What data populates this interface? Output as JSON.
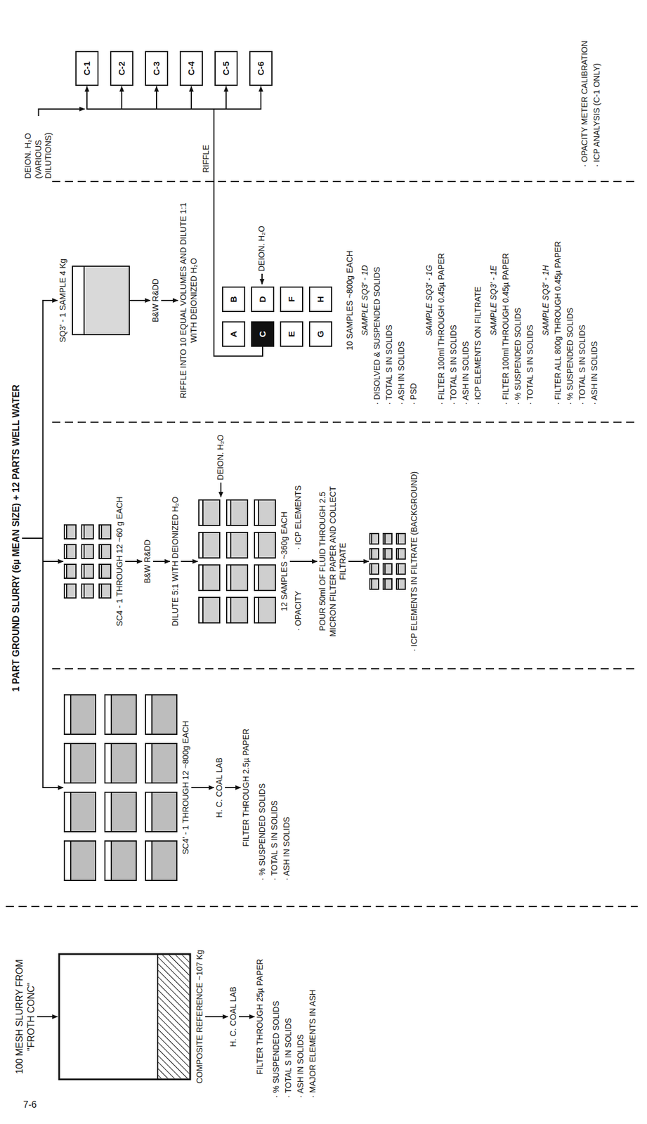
{
  "diagram": {
    "nodes": [
      {
        "text": [
          "100 MESH SLURRY FROM \"FROTH CONC\""
        ]
      },
      {
        "text": [
          "COMPOSITE REFERENCE ~107 Kg"
        ]
      },
      {
        "text": [
          "H. C. COAL LAB"
        ]
      },
      {
        "text": [
          "FILTER THROUGH 25µ PAPER"
        ]
      },
      {
        "text": [
          "1 PART GROUND SLURRY (6µ MEAN SIZE) + 12 PARTS WELL WATER"
        ]
      },
      {
        "text": [
          "SC4' - 1 THROUGH 12 ~800g EACH"
        ]
      },
      {
        "text": [
          "H. C. COAL LAB"
        ]
      },
      {
        "text": [
          "FILTER THROUGH 2.5µ PAPER"
        ]
      },
      {
        "text": [
          "SC4 - 1 THROUGH 12 ~60 g EACH"
        ]
      },
      {
        "text": [
          "B&W R&DD"
        ]
      },
      {
        "text": [
          "DILUTE 5:1 WITH DEIONIZED H₂O"
        ]
      },
      {
        "text": [
          "12 SAMPLES ~360g EACH"
        ]
      },
      {
        "text": [
          "POUR 50ml OF FLUID THROUGH 2.5 MICRON FILTER PAPER AND COLLECT FILTRATE"
        ]
      },
      {
        "text": [
          "· ICP ELEMENTS IN FILTRATE (BACKGROUND)"
        ]
      },
      {
        "text": [
          "SQ3' - 1 SAMPLE 4 Kg"
        ]
      },
      {
        "text": [
          "B&W R&DD"
        ]
      },
      {
        "text": [
          "RIFFLE INTO 10 EQUAL VOLUMES AND DILUTE 1:1 WITH DEIONIZED H₂O"
        ]
      },
      {
        "text": [
          "A"
        ]
      },
      {
        "text": [
          "B"
        ]
      },
      {
        "text": [
          "C"
        ]
      },
      {
        "text": [
          "D"
        ]
      },
      {
        "text": [
          "E"
        ]
      },
      {
        "text": [
          "F"
        ]
      },
      {
        "text": [
          "G"
        ]
      },
      {
        "text": [
          "H"
        ]
      },
      {
        "text": [
          "10 SAMPLES ~800g EACH"
        ]
      },
      {
        "text": [
          "C-1"
        ]
      },
      {
        "text": [
          "C-2"
        ]
      },
      {
        "text": [
          "C-3"
        ]
      },
      {
        "text": [
          "C-4"
        ]
      },
      {
        "text": [
          "C-5"
        ]
      },
      {
        "text": [
          "C-6"
        ]
      }
    ],
    "edges": [
      {
        "from": 0,
        "to": 1,
        "arrow": "to"
      },
      {
        "from": 1,
        "to": 2,
        "arrow": "to"
      },
      {
        "from": 2,
        "to": 3,
        "arrow": "to"
      },
      {
        "from": 4,
        "to": 5,
        "arrow": "to"
      },
      {
        "from": 4,
        "to": 8,
        "arrow": "to"
      },
      {
        "from": 4,
        "to": 14,
        "arrow": "to"
      },
      {
        "from": 5,
        "to": 6,
        "arrow": "to"
      },
      {
        "from": 6,
        "to": 7,
        "arrow": "to"
      },
      {
        "from": 8,
        "to": 9,
        "arrow": "to"
      },
      {
        "from": 9,
        "to": 10,
        "arrow": "to"
      },
      {
        "from": 10,
        "to": 11,
        "arrow": "to"
      },
      {
        "from": 11,
        "to": 12,
        "arrow": "to"
      },
      {
        "from": 12,
        "to": 13,
        "arrow": "to"
      },
      {
        "from": 14,
        "to": 15,
        "arrow": "to"
      },
      {
        "from": 15,
        "to": 16,
        "arrow": "to"
      },
      {
        "from": 19,
        "to": 26,
        "arrow": "to"
      },
      {
        "from": 19,
        "to": 27,
        "arrow": "to"
      },
      {
        "from": 19,
        "to": 28,
        "arrow": "to"
      },
      {
        "from": 19,
        "to": 29,
        "arrow": "to"
      },
      {
        "from": 19,
        "to": 30,
        "arrow": "to"
      },
      {
        "from": 19,
        "to": 31,
        "arrow": "to"
      }
    ],
    "labels": [
      "· % SUSPENDED SOLIDS",
      "· TOTAL S IN SOLIDS",
      "· ASH IN SOLIDS",
      "· MAJOR ELEMENTS IN ASH",
      "· % SUSPENDED SOLIDS",
      "· TOTAL S IN SOLIDS",
      "· ASH IN SOLIDS",
      "DEION. H₂O",
      "· OPACITY",
      "· ICP ELEMENTS",
      "DEION. H₂O",
      "SAMPLE SQ3' - 1D",
      "· DISOLVED & SUSPENDED SOLIDS",
      "· TOTAL S IN SOLIDS",
      "· ASH IN SOLIDS",
      "· PSD",
      "SAMPLE SQ3' - 1G",
      "· FILTER 100ml THROUGH 0.45µ PAPER",
      "· TOTAL S IN SOLIDS",
      "· ASH IN SOLIDS",
      "· ICP ELEMENTS ON FILTRATE",
      "SAMPLE SQ3' - 1E",
      "· FILTER 100ml THROUGH 0.45µ PAPER",
      "· % SUSPENDED SOLIDS",
      "· TOTAL S IN SOLIDS",
      "SAMPLE SQ3' - 1H",
      "· FILTER ALL 800g THROUGH 0.45µ PAPER",
      "· % SUSPENDED SOLIDS",
      "· TOTAL S IN SOLIDS",
      "· ASH IN SOLIDS",
      "DEION. H₂O (VARIOUS DILUTIONS)",
      "RIFFLE",
      "· OPACITY METER CALIBRATION",
      "· ICP ANALYSIS (C-1 ONLY)",
      "7-6"
    ]
  }
}
